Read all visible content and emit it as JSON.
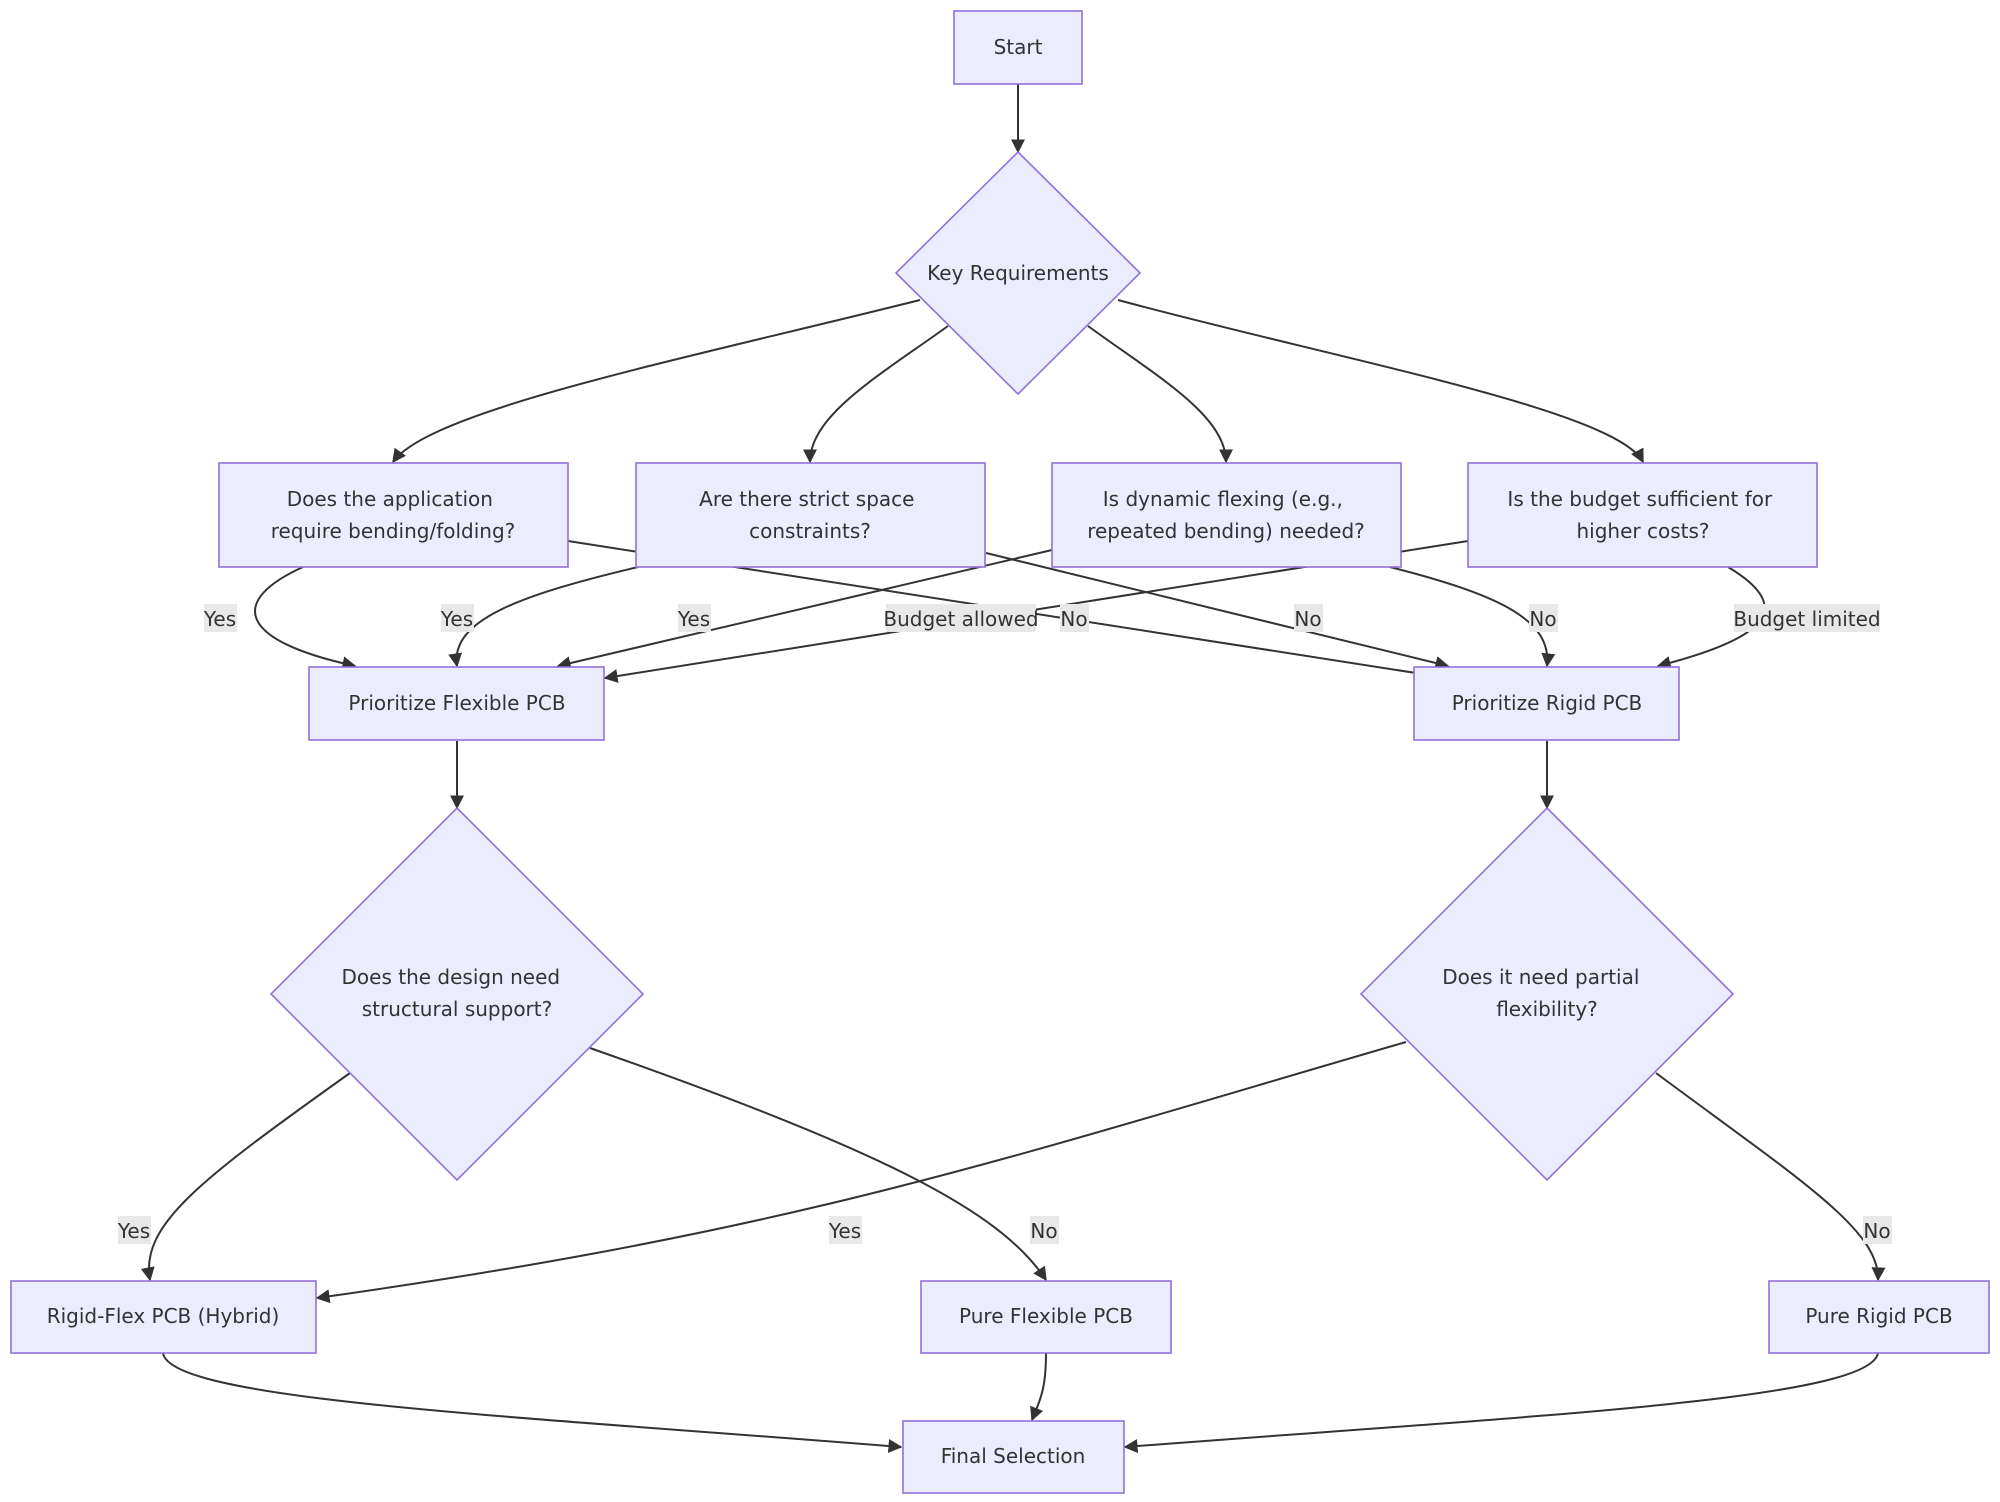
{
  "nodes": {
    "start": {
      "label": [
        "Start"
      ]
    },
    "key": {
      "label": [
        "Key Requirements"
      ]
    },
    "q1": {
      "label": [
        "Does the application",
        "require bending/folding?"
      ]
    },
    "q2": {
      "label": [
        "Are there strict space",
        "constraints?"
      ]
    },
    "q3": {
      "label": [
        "Is dynamic flexing (e.g.,",
        "repeated bending) needed?"
      ]
    },
    "q4": {
      "label": [
        "Is the budget sufficient for",
        "higher costs?"
      ]
    },
    "flex": {
      "label": [
        "Prioritize Flexible PCB"
      ]
    },
    "rigid": {
      "label": [
        "Prioritize Rigid PCB"
      ]
    },
    "d1": {
      "label": [
        "Does the design need",
        "structural support?"
      ]
    },
    "d2": {
      "label": [
        "Does it need partial",
        "flexibility?"
      ]
    },
    "rigidflex": {
      "label": [
        "Rigid-Flex PCB (Hybrid)"
      ]
    },
    "pureflex": {
      "label": [
        "Pure Flexible PCB"
      ]
    },
    "purerigid": {
      "label": [
        "Pure Rigid PCB"
      ]
    },
    "final": {
      "label": [
        "Final Selection"
      ]
    }
  },
  "edge_labels": {
    "q1_yes": "Yes",
    "q2_yes": "Yes",
    "q3_yes": "Yes",
    "q4_allowed": "Budget allowed",
    "q1_no": "No",
    "q2_no": "No",
    "q3_no": "No",
    "q4_limited": "Budget limited",
    "d1_yes": "Yes",
    "d1_no": "No",
    "d2_yes": "Yes",
    "d2_no": "No"
  },
  "colors": {
    "node_fill": "#ECECFF",
    "node_stroke": "#9370DB",
    "edge": "#333333",
    "label_bg": "#e8e8e8",
    "text": "#333333"
  }
}
